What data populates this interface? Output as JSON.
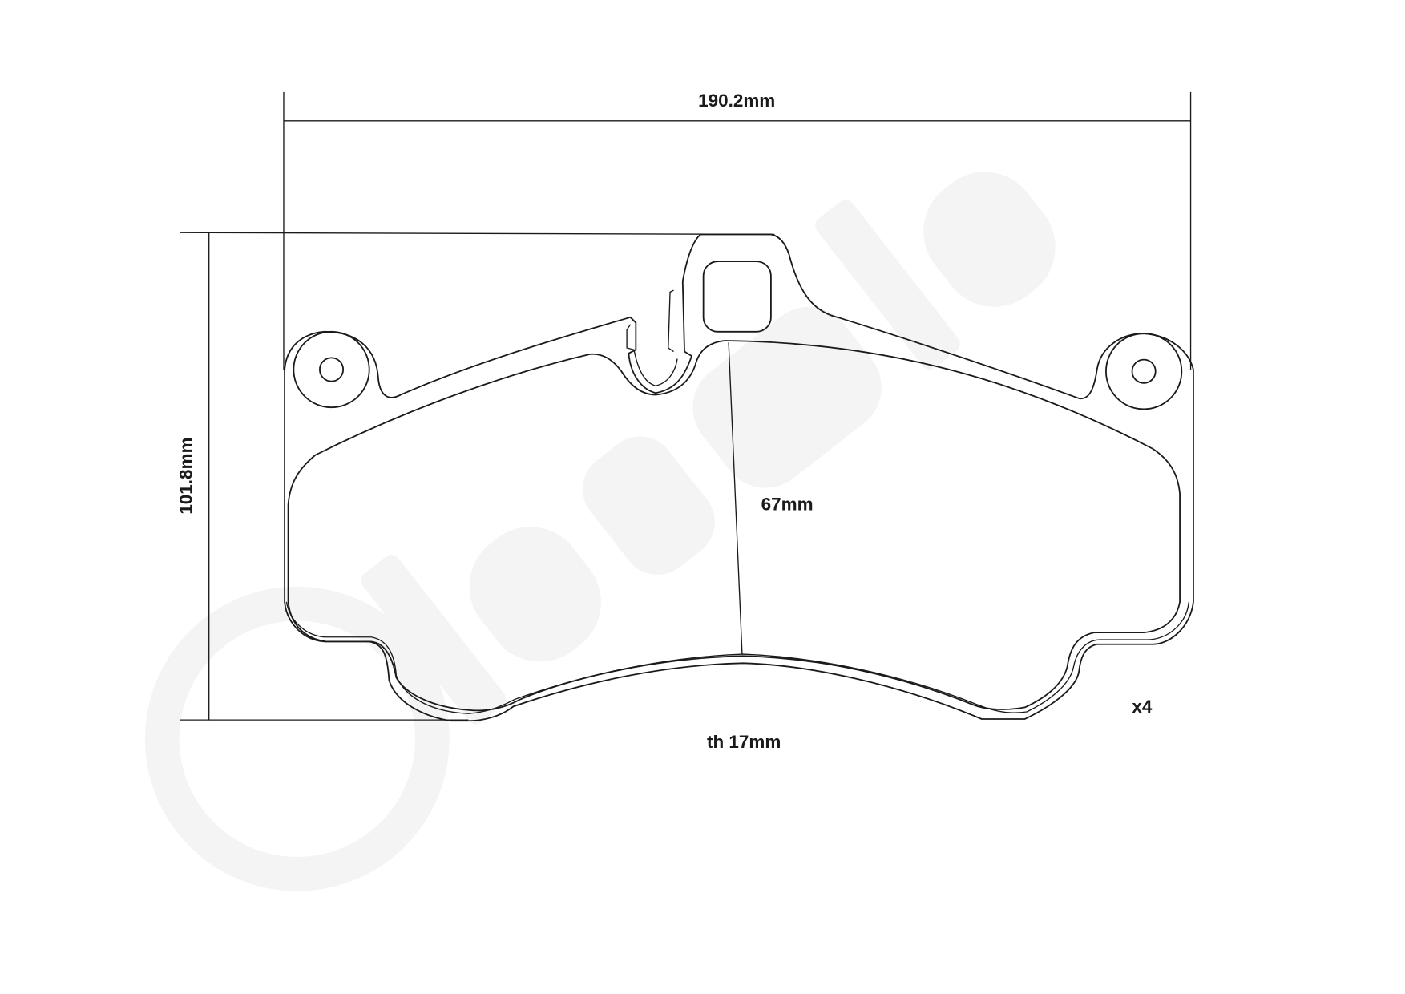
{
  "drawing": {
    "width_label": "190.2mm",
    "height_label": "101.8mm",
    "friction_height_label": "67mm",
    "thickness_label": "th 17mm",
    "quantity_label": "x4",
    "watermark": "brembo"
  }
}
